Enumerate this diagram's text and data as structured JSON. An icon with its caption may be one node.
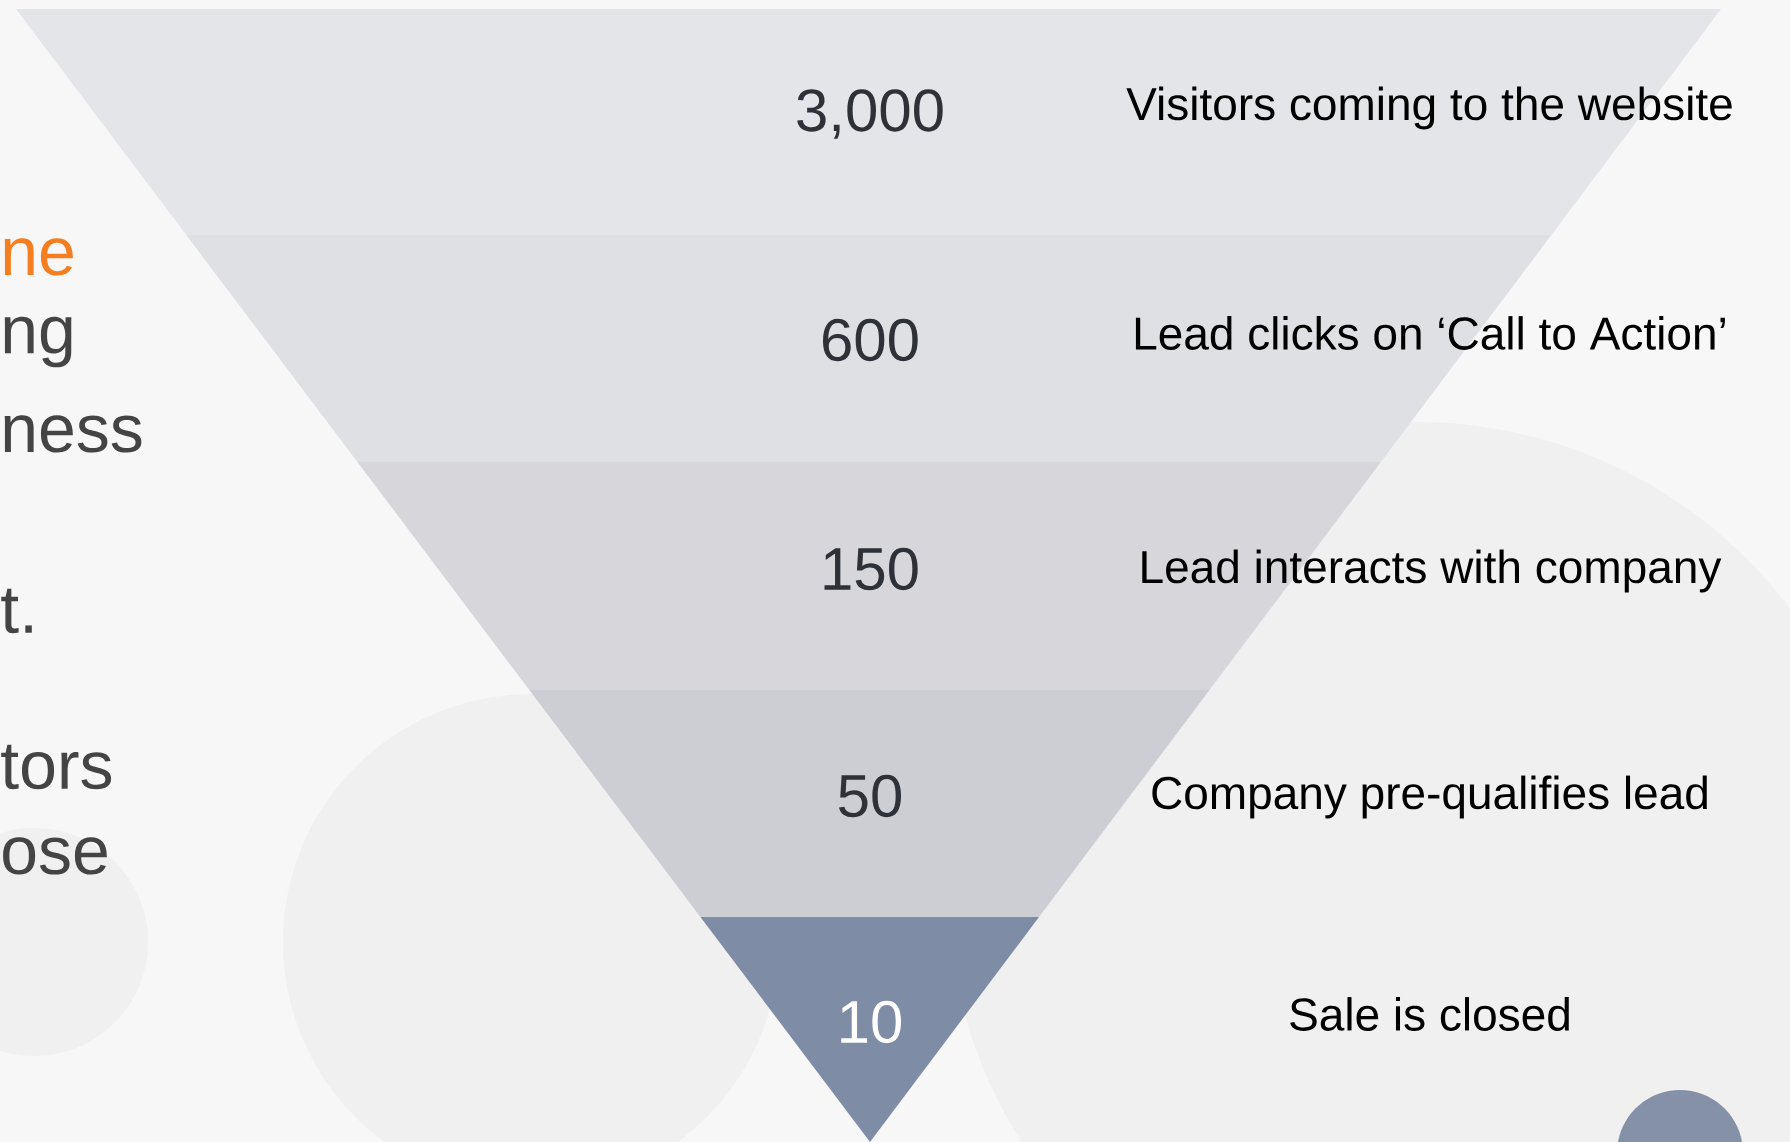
{
  "diagram": {
    "nodes": [
      {
        "text": [
          "3,000",
          "Visitors coming to the website"
        ]
      },
      {
        "text": [
          "600",
          "Lead clicks on ‘Call to Action’"
        ]
      },
      {
        "text": [
          "150",
          "Lead interacts with company"
        ]
      },
      {
        "text": [
          "50",
          "Company pre-qualifies lead"
        ]
      },
      {
        "text": [
          "10"
        ]
      }
    ],
    "labels": [
      "ne",
      "ng",
      "ness",
      "t.",
      "tors",
      "ose",
      "Sale is closed"
    ]
  }
}
